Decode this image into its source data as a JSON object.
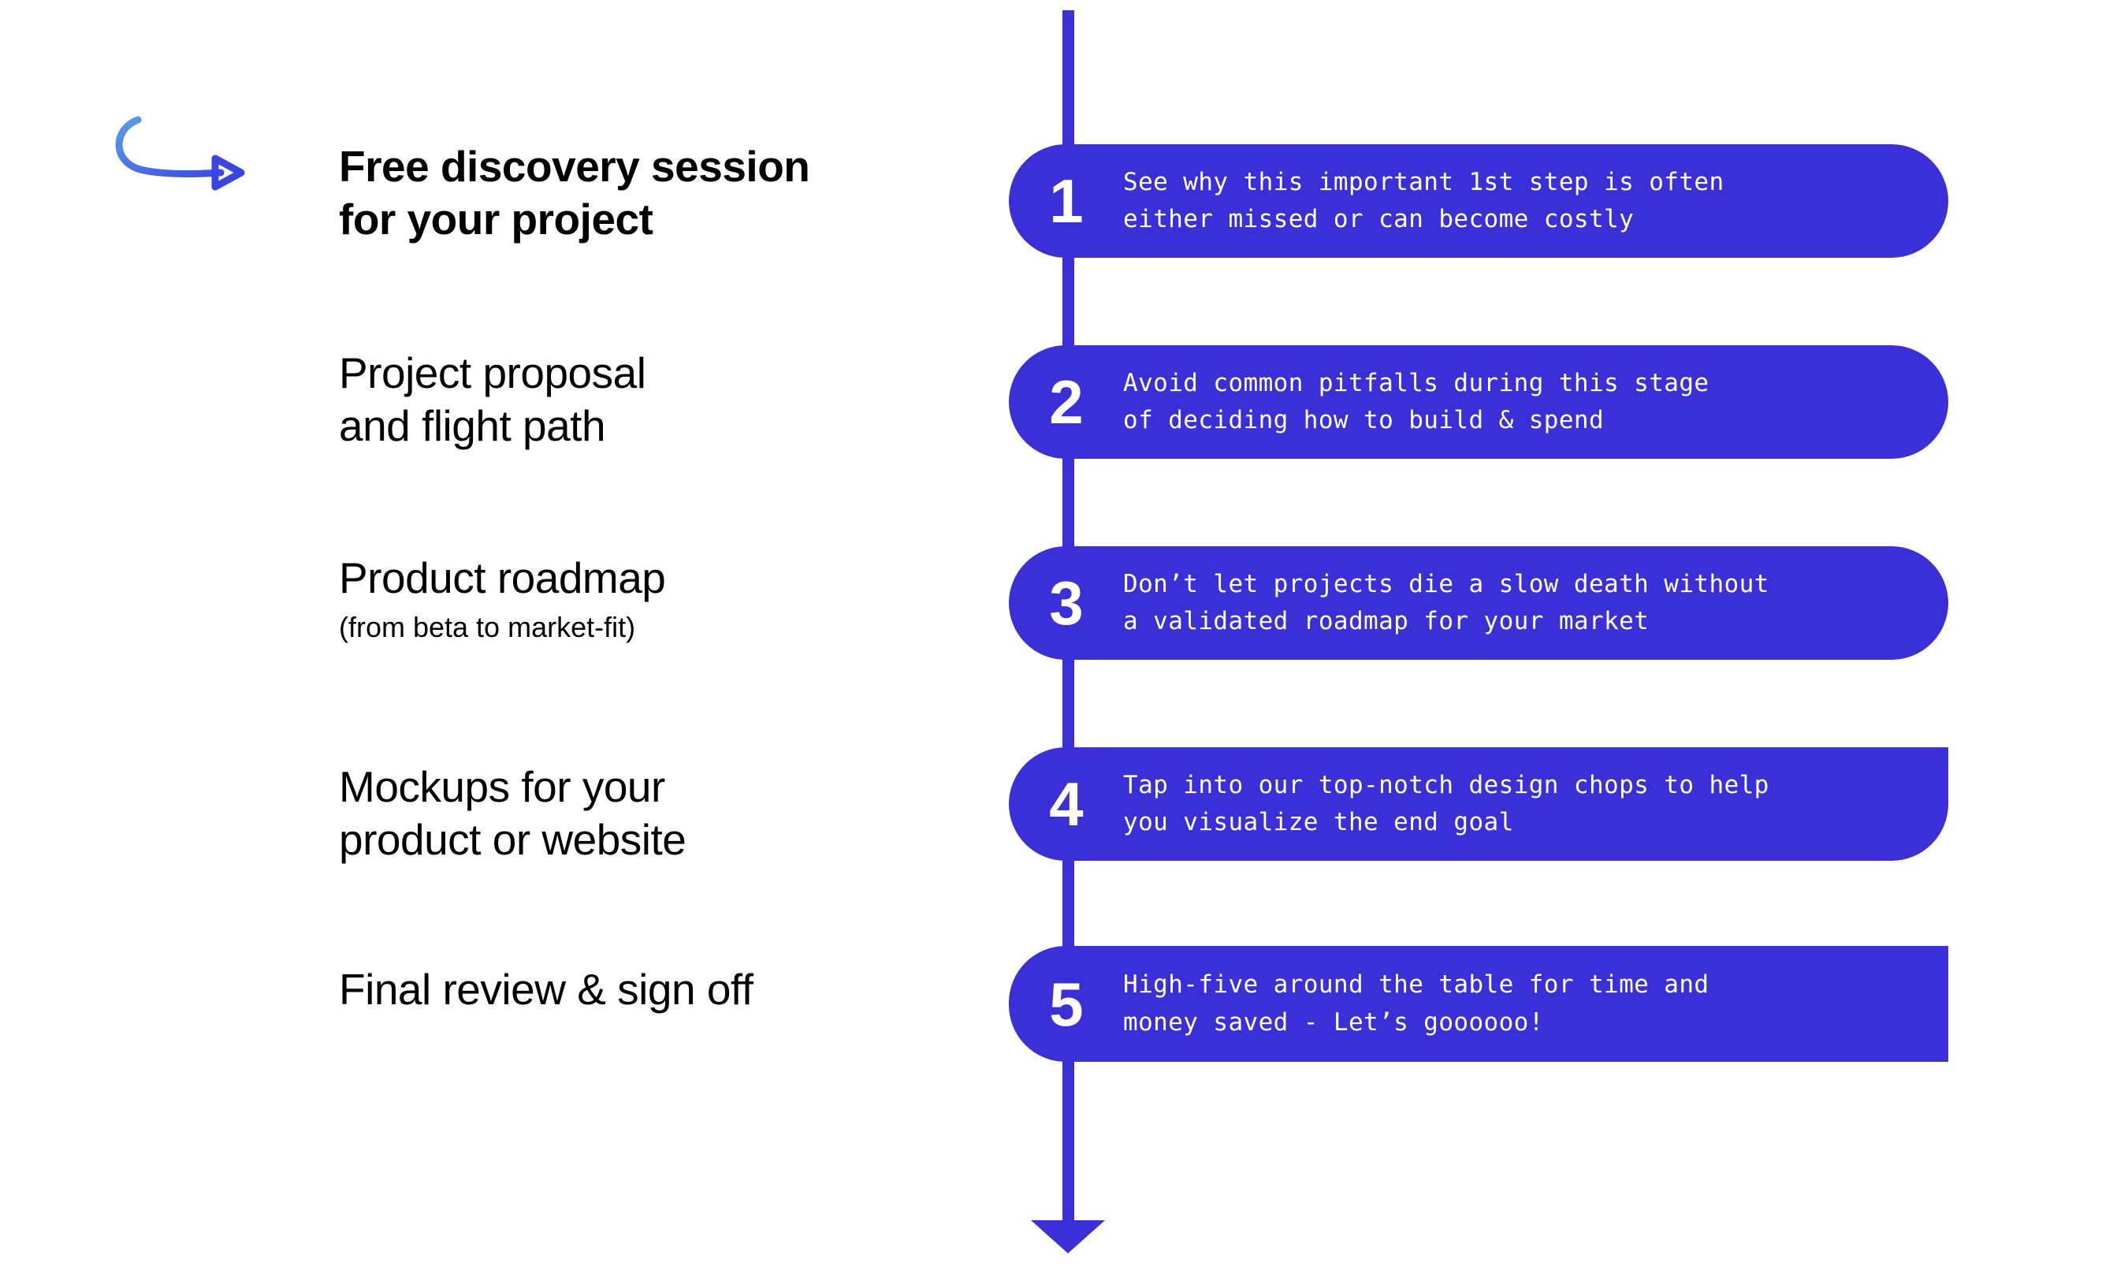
{
  "theme": {
    "accent_blue": "#3B2FD8",
    "arrow_gradient_start": "#5B9BE8",
    "arrow_gradient_end": "#3B4FE0",
    "text_dark": "#000000",
    "card_text": "#ffffff",
    "background": "#ffffff"
  },
  "timeline": {
    "direction": "top-to-bottom",
    "arrow_head_icon": "arrow-down-icon"
  },
  "pointer": {
    "icon": "curved-arrow-icon",
    "points_to": "Free discovery session for your project"
  },
  "steps": [
    {
      "number": "1",
      "label": "Free discovery session\nfor your project",
      "sublabel": "",
      "emphasis": true,
      "description": "See why this important 1st step is often\neither missed or can become costly"
    },
    {
      "number": "2",
      "label": "Project proposal\nand flight path",
      "sublabel": "",
      "emphasis": false,
      "description": "Avoid common pitfalls during this stage\nof deciding how to build & spend"
    },
    {
      "number": "3",
      "label": "Product roadmap",
      "sublabel": "(from beta to market-fit)",
      "emphasis": false,
      "description": "Don’t let projects die a slow death without\na validated roadmap for your market"
    },
    {
      "number": "4",
      "label": "Mockups for your\nproduct or website",
      "sublabel": "",
      "emphasis": false,
      "description": "Tap into our top-notch design chops to help\nyou visualize the end goal"
    },
    {
      "number": "5",
      "label": "Final review & sign off",
      "sublabel": "",
      "emphasis": false,
      "description": "High-five around the table for time and\nmoney saved - Let’s goooooo!"
    }
  ]
}
